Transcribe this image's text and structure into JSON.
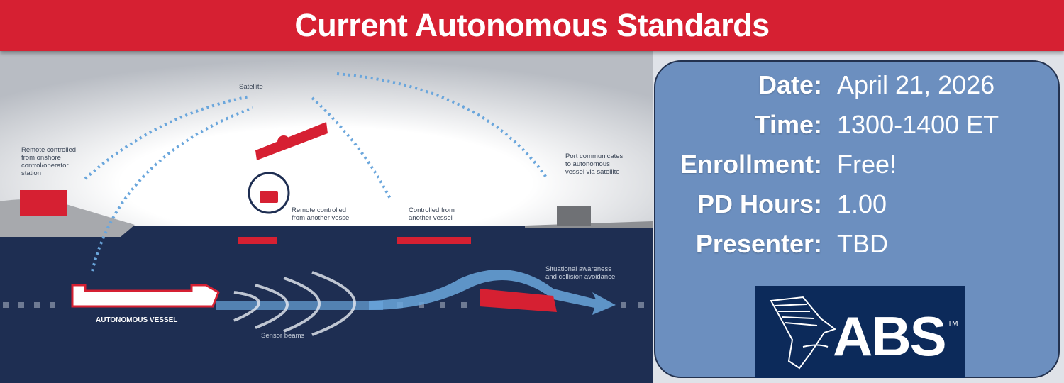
{
  "header": {
    "title": "Current Autonomous Standards"
  },
  "illustration": {
    "labels": {
      "satellite": "Satellite",
      "onshore": "Remote controlled\nfrom onshore\ncontrol/operator\nstation",
      "remote_vessel": "Remote controlled\nfrom another vessel",
      "controlled": "Controlled from\nanother vessel",
      "port": "Port communicates\nto autonomous\nvessel via satellite",
      "situational": "Situational awareness\nand collision avoidance",
      "autonomous": "AUTONOMOUS VESSEL",
      "sensor": "Sensor beams"
    },
    "colors": {
      "red": "#d62032",
      "sea": "#1e2e52",
      "arrow": "#6aa6dc"
    }
  },
  "info": {
    "rows": [
      {
        "key": "Date:",
        "value": "April 21, 2026"
      },
      {
        "key": "Time:",
        "value": "1300-1400 ET"
      },
      {
        "key": "Enrollment:",
        "value": "Free!"
      },
      {
        "key": "PD Hours:",
        "value": "1.00"
      },
      {
        "key": "Presenter:",
        "value": "TBD"
      }
    ]
  },
  "logo": {
    "text": "ABS",
    "tm": "TM"
  }
}
